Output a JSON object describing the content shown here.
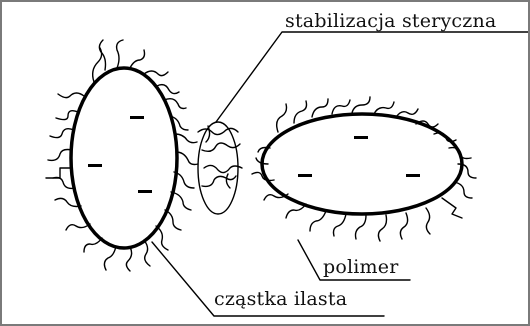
{
  "labels": {
    "steric_stabilization": "stabilizacja steryczna",
    "polymer": "polimer",
    "clay_particle": "cząstka ilasta"
  },
  "charges": {
    "symbol": "−",
    "left_particle_count": 3,
    "right_particle_count": 3
  },
  "colors": {
    "stroke": "#000000",
    "background": "#ffffff",
    "frame": "#7a7a7a"
  }
}
